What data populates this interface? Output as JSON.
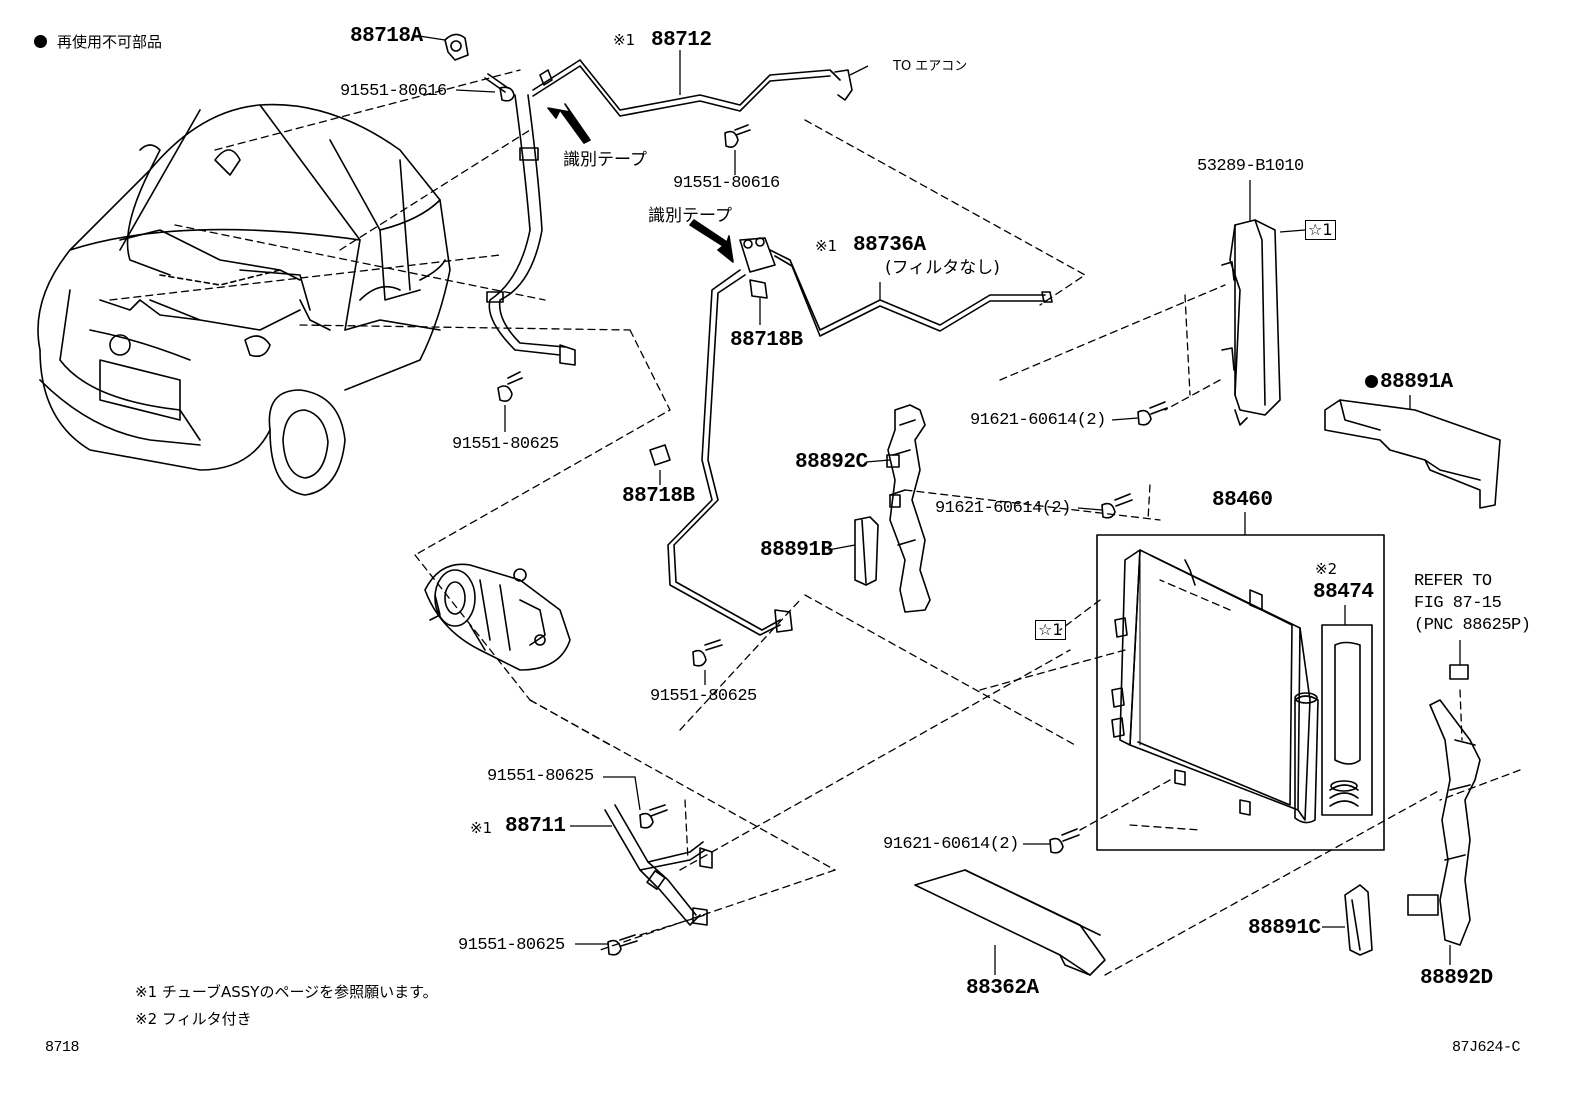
{
  "legend": {
    "non_reusable": "再使用不可部品"
  },
  "parts": {
    "p88718A": "88718A",
    "p91551_80616_a": "91551-80616",
    "p88712": "88712",
    "to_aircon": "TO エアコン",
    "tape1": "識別テープ",
    "p91551_80616_b": "91551-80616",
    "tape2": "識別テープ",
    "p88736A": "88736A",
    "no_filter": "(フィルタなし)",
    "p88718B_a": "88718B",
    "p53289": "53289-B1010",
    "star1_top": "☆1",
    "p91551_80625_a": "91551-80625",
    "p88718B_b": "88718B",
    "p88892C": "88892C",
    "p91621_a": "91621-60614(2)",
    "p88891A": "88891A",
    "p91621_b": "91621-60614(2)",
    "p88891B": "88891B",
    "p88460": "88460",
    "p88474": "88474",
    "mark2": "※2",
    "star1_mid": "☆1",
    "refer1": "REFER TO",
    "refer2": "FIG 87-15",
    "refer3": "(PNC 88625P)",
    "p91551_80625_b": "91551-80625",
    "p91551_80625_c": "91551-80625",
    "p88711": "88711",
    "p91621_c": "91621-60614(2)",
    "p91551_80625_d": "91551-80625",
    "p88891C": "88891C",
    "p88362A": "88362A",
    "p88892D": "88892D",
    "mark1a": "※1",
    "mark1b": "※1",
    "mark1c": "※1"
  },
  "footnotes": {
    "note1": "※1 チューブASSYのページを参照願います。",
    "note2": "※2 フィルタ付き"
  },
  "footer": {
    "left": "8718",
    "right": "87J624-C"
  }
}
